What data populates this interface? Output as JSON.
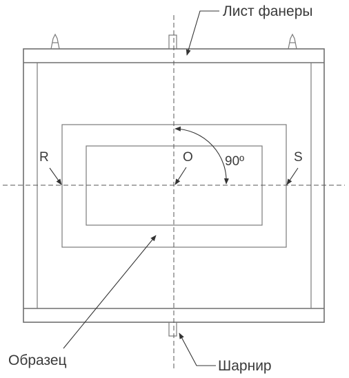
{
  "labels": {
    "plywood": "Лист фанеры",
    "specimen": "Образец",
    "hinge": "Шарнир",
    "point_r": "R",
    "point_o": "O",
    "point_s": "S",
    "angle": "90º"
  },
  "colors": {
    "line": "#6e6e6e",
    "text": "#3a3a3a",
    "background": "#ffffff"
  }
}
